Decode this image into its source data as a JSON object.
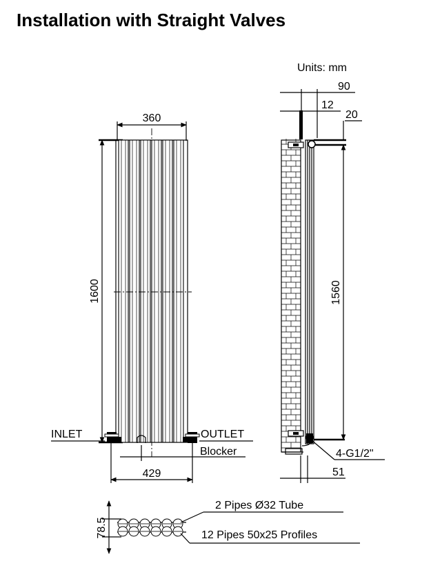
{
  "title": "Installation with Straight Valves",
  "units": "Units: mm",
  "front": {
    "width_top": "360",
    "height": "1600",
    "inlet": "INLET",
    "outlet": "OUTLET",
    "blocker": "Blocker",
    "width_bottom": "429"
  },
  "side": {
    "depth_total": "90",
    "dim_12": "12",
    "dim_20": "20",
    "height_centres": "1560",
    "thread": "4-G1/2\"",
    "dim_51": "51"
  },
  "section": {
    "height": "78.5",
    "pipes_label": "2 Pipes Ø32  Tube",
    "profiles_label": "12 Pipes 50x25  Profiles"
  }
}
